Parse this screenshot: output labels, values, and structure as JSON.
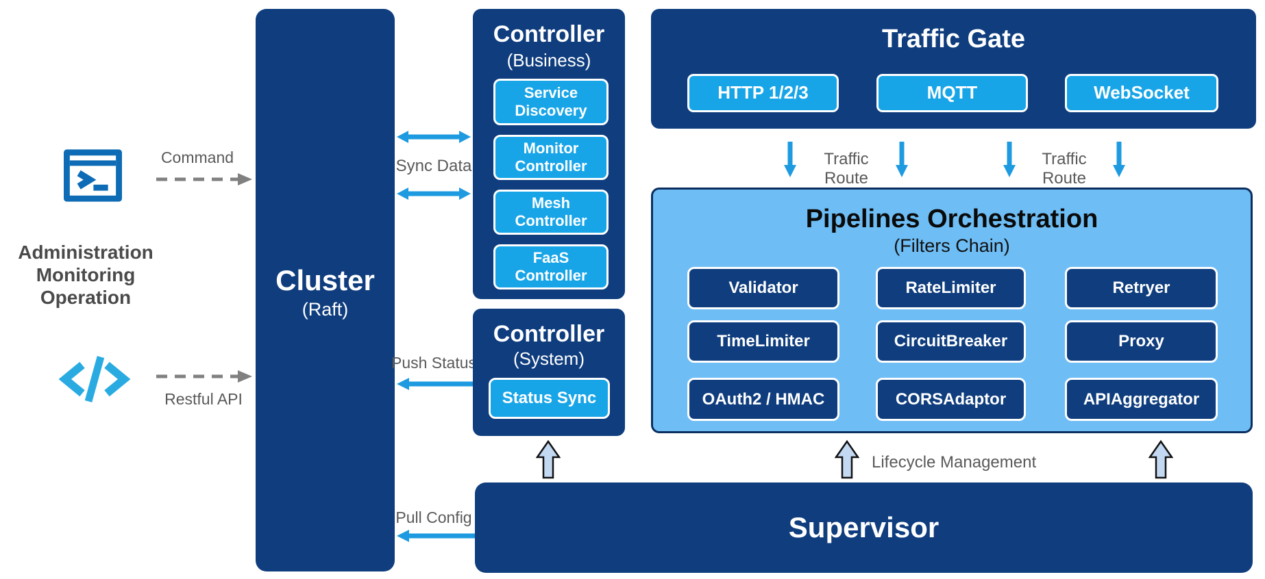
{
  "palette": {
    "navy": "#0F3D7E",
    "lightblue": "#18A5E8",
    "sky": "#6EBDF4",
    "arrowblue": "#1E9BE0",
    "hollowfill": "#C3D9F2",
    "labelgray": "#595959",
    "terminalblue": "#0D6CB5",
    "codeblue": "#29ABE2"
  },
  "icons": {
    "terminal": "terminal-window-icon",
    "code": "code-brackets-icon",
    "dashed_arrow": "dashed-arrow-right-icon",
    "double_arrow": "double-headed-arrow-icon",
    "left_arrow": "arrow-left-icon",
    "down_arrow": "arrow-down-icon",
    "hollow_up_arrow": "hollow-arrow-up-icon"
  },
  "admin": {
    "lines": [
      "Administration",
      "Monitoring",
      "Operation"
    ],
    "command_label": "Command",
    "restful_label": "Restful API"
  },
  "cluster": {
    "title": "Cluster",
    "subtitle": "(Raft)"
  },
  "links": {
    "sync_data": "Sync Data",
    "push_status": "Push Status",
    "pull_config": "Pull Config",
    "traffic_route_1": "Traffic Route",
    "traffic_route_2": "Traffic Route",
    "lifecycle": "Lifecycle Management"
  },
  "controller_business": {
    "title": "Controller",
    "subtitle": "(Business)",
    "items": [
      {
        "label": "Service Discovery"
      },
      {
        "label": "Monitor Controller"
      },
      {
        "label": "Mesh Controller"
      },
      {
        "label": "FaaS Controller"
      }
    ]
  },
  "controller_system": {
    "title": "Controller",
    "subtitle": "(System)",
    "items": [
      {
        "label": "Status Sync"
      }
    ]
  },
  "traffic_gate": {
    "title": "Traffic Gate",
    "protocols": [
      {
        "label": "HTTP 1/2/3"
      },
      {
        "label": "MQTT"
      },
      {
        "label": "WebSocket"
      }
    ]
  },
  "pipelines": {
    "title": "Pipelines Orchestration",
    "subtitle": "(Filters Chain)",
    "filters": [
      [
        "Validator",
        "RateLimiter",
        "Retryer"
      ],
      [
        "TimeLimiter",
        "CircuitBreaker",
        "Proxy"
      ],
      [
        "OAuth2 / HMAC",
        "CORSAdaptor",
        "APIAggregator"
      ]
    ]
  },
  "supervisor": {
    "title": "Supervisor"
  }
}
